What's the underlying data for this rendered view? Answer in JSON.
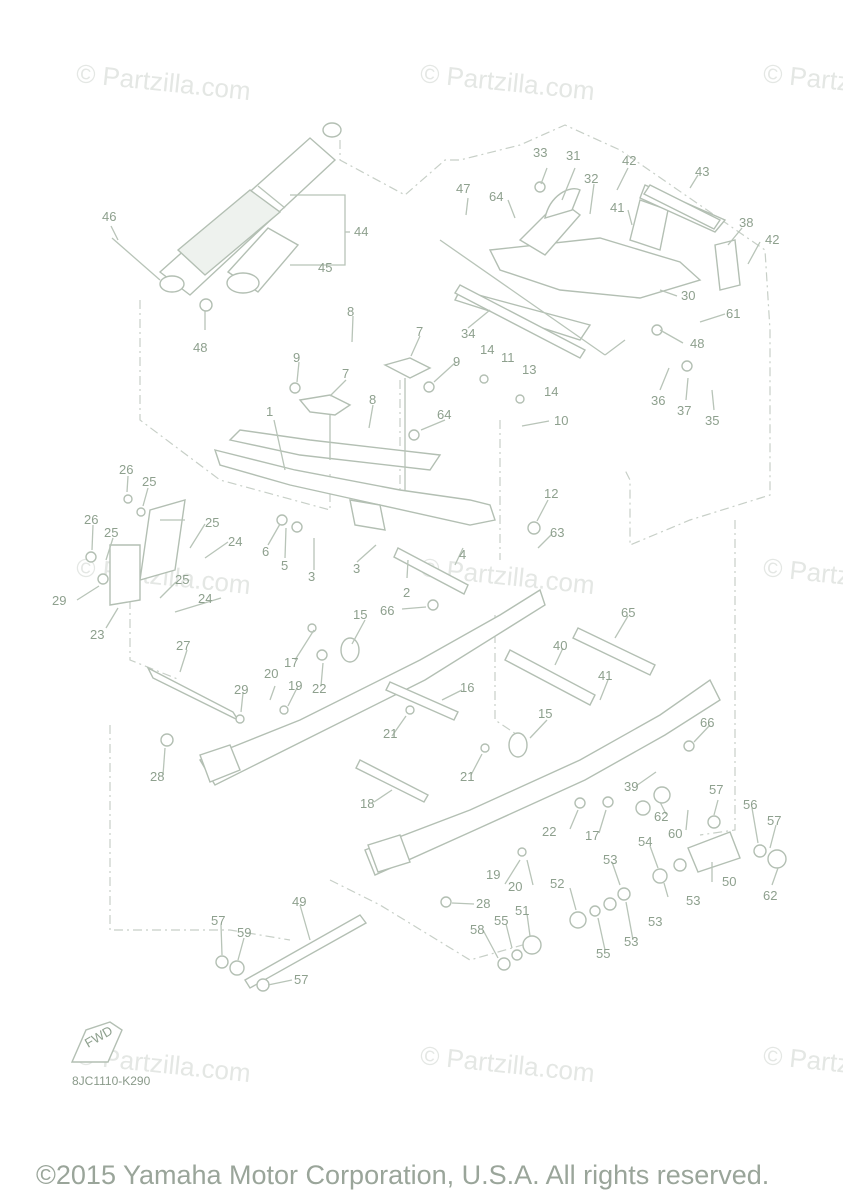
{
  "watermark": "© Partzilla.com",
  "diagram_code": "8JC1110-K290",
  "fwd_label": "FWD",
  "copyright": "©2015 Yamaha Motor Corporation, U.S.A. All rights reserved.",
  "callouts": [
    "1",
    "2",
    "3",
    "3",
    "4",
    "5",
    "6",
    "7",
    "7",
    "8",
    "8",
    "9",
    "9",
    "10",
    "11",
    "12",
    "13",
    "14",
    "14",
    "15",
    "15",
    "16",
    "17",
    "17",
    "18",
    "19",
    "19",
    "20",
    "20",
    "21",
    "21",
    "22",
    "22",
    "23",
    "24",
    "24",
    "25",
    "25",
    "25",
    "25",
    "26",
    "26",
    "27",
    "28",
    "28",
    "29",
    "29",
    "30",
    "31",
    "32",
    "33",
    "34",
    "35",
    "36",
    "37",
    "38",
    "39",
    "40",
    "41",
    "41",
    "42",
    "42",
    "43",
    "44",
    "45",
    "46",
    "47",
    "48",
    "48",
    "49",
    "50",
    "51",
    "52",
    "53",
    "53",
    "53",
    "53",
    "54",
    "55",
    "55",
    "56",
    "57",
    "57",
    "57",
    "57",
    "58",
    "59",
    "60",
    "61",
    "62",
    "62",
    "63",
    "64",
    "64",
    "65",
    "66",
    "66"
  ]
}
